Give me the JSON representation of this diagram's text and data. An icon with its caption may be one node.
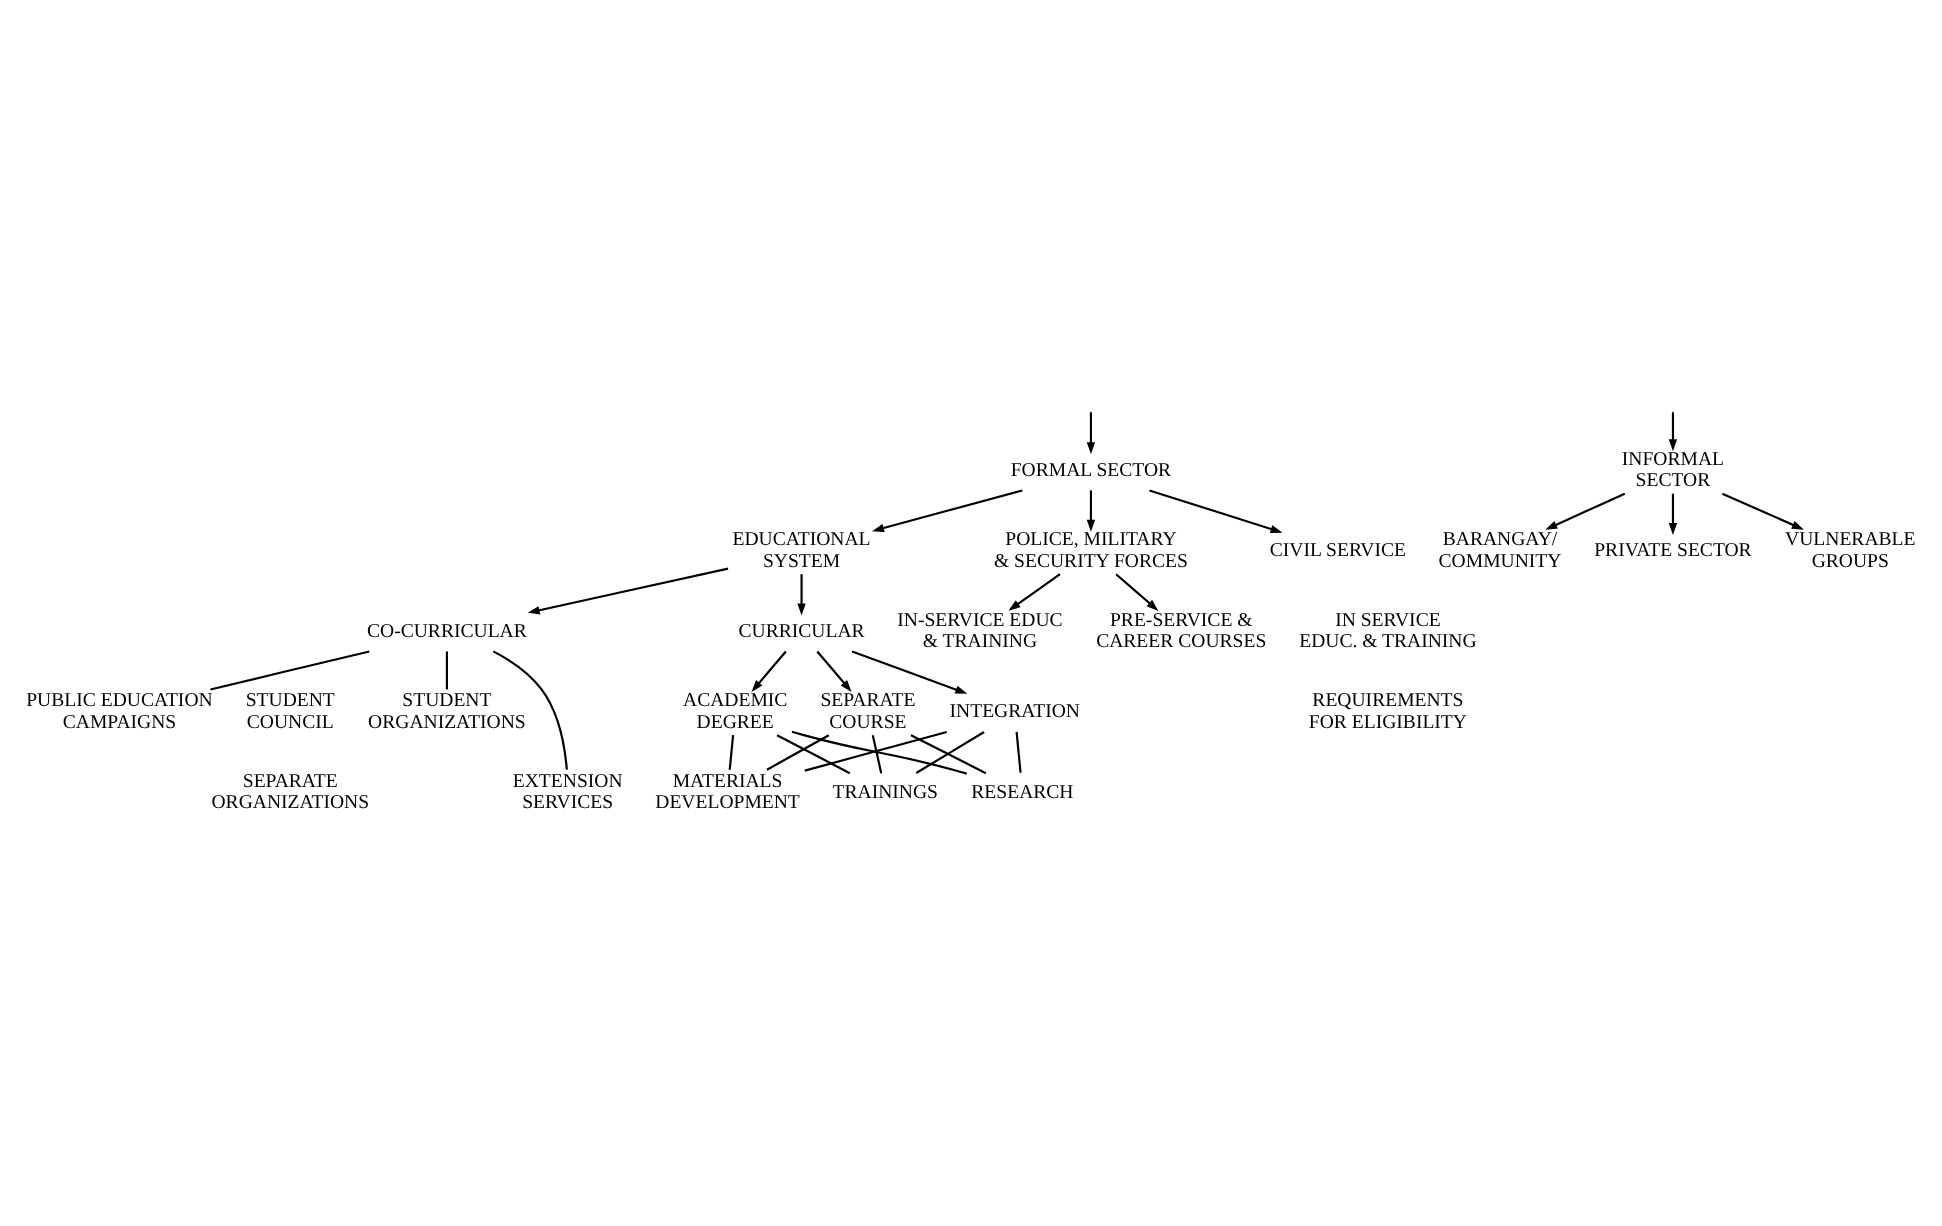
{
  "diagram": {
    "nodes": [
      {
        "text": [
          "FORMAL SECTOR"
        ]
      },
      {
        "text": [
          "INFORMAL SECTOR"
        ]
      },
      {
        "text": [
          "EDUCATIONAL SYSTEM"
        ]
      },
      {
        "text": [
          "POLICE, MILITARY & SECURITY FORCES"
        ]
      },
      {
        "text": [
          "CIVIL SERVICE"
        ]
      },
      {
        "text": [
          "PRE-SERVICE & CAREER COURSES"
        ]
      },
      {
        "text": [
          "IN-SERVICE EDUC & TRAINING"
        ]
      },
      {
        "text": [
          "BARANGAY/ COMMUNITY"
        ]
      },
      {
        "text": [
          "PRIVATE SECTOR"
        ]
      },
      {
        "text": [
          "VULNERABLE GROUPS"
        ]
      },
      {
        "text": [
          "CURRICULAR"
        ]
      },
      {
        "text": [
          "CO-CURRICULAR"
        ]
      },
      {
        "text": [
          "SEPARATE COURSE"
        ]
      },
      {
        "text": [
          "INTEGRATION"
        ]
      },
      {
        "text": [
          "ACADEMIC DEGREE"
        ]
      },
      {
        "text": [
          "STUDENT  ORGANIZATIONS"
        ]
      },
      {
        "text": [
          "EXTENSION SERVICES"
        ]
      },
      {
        "text": [
          "PUBLIC EDUCATION CAMPAIGNS"
        ]
      },
      {
        "text": [
          "RESEARCH"
        ]
      },
      {
        "text": [
          "MATERIALS DEVELOPMENT"
        ]
      },
      {
        "text": [
          "TRAININGS"
        ]
      }
    ],
    "edges": [
      {
        "from": null,
        "to": 0,
        "arrow": "to"
      },
      {
        "from": null,
        "to": 1,
        "arrow": "to"
      },
      {
        "from": 0,
        "to": 2,
        "arrow": "to"
      },
      {
        "from": 0,
        "to": 3,
        "arrow": "to"
      },
      {
        "from": 0,
        "to": 4,
        "arrow": "to"
      },
      {
        "from": 3,
        "to": 5,
        "arrow": "to"
      },
      {
        "from": 3,
        "to": 6,
        "arrow": "to"
      },
      {
        "from": 1,
        "to": 7,
        "arrow": "to"
      },
      {
        "from": 1,
        "to": 8,
        "arrow": "to"
      },
      {
        "from": 1,
        "to": 9,
        "arrow": "to"
      },
      {
        "from": 2,
        "to": 10,
        "arrow": "to"
      },
      {
        "from": 2,
        "to": 11,
        "arrow": "to"
      },
      {
        "from": 10,
        "to": 12,
        "arrow": "to"
      },
      {
        "from": 10,
        "to": 13,
        "arrow": "to"
      },
      {
        "from": 10,
        "to": 14,
        "arrow": "to"
      },
      {
        "from": 11,
        "to": 15,
        "arrow": "none"
      },
      {
        "from": 11,
        "to": 16,
        "arrow": "none"
      },
      {
        "from": 11,
        "to": 17,
        "arrow": "none"
      },
      {
        "from": 12,
        "to": 18,
        "arrow": "none"
      },
      {
        "from": 12,
        "to": 19,
        "arrow": "none"
      },
      {
        "from": 12,
        "to": 20,
        "arrow": "none"
      },
      {
        "from": 13,
        "to": 18,
        "arrow": "none"
      },
      {
        "from": 13,
        "to": 19,
        "arrow": "none"
      },
      {
        "from": 13,
        "to": 20,
        "arrow": "none"
      },
      {
        "from": 14,
        "to": 18,
        "arrow": "none"
      },
      {
        "from": 14,
        "to": 19,
        "arrow": "none"
      },
      {
        "from": 14,
        "to": 20,
        "arrow": "none"
      }
    ],
    "labels": [
      "IN SERVICE EDUC. & TRAINING",
      "REQUIREMENTS FOR ELIGIBILITY",
      "STUDENT COUNCIL",
      "SEPARATE ORGANIZATIONS"
    ]
  }
}
